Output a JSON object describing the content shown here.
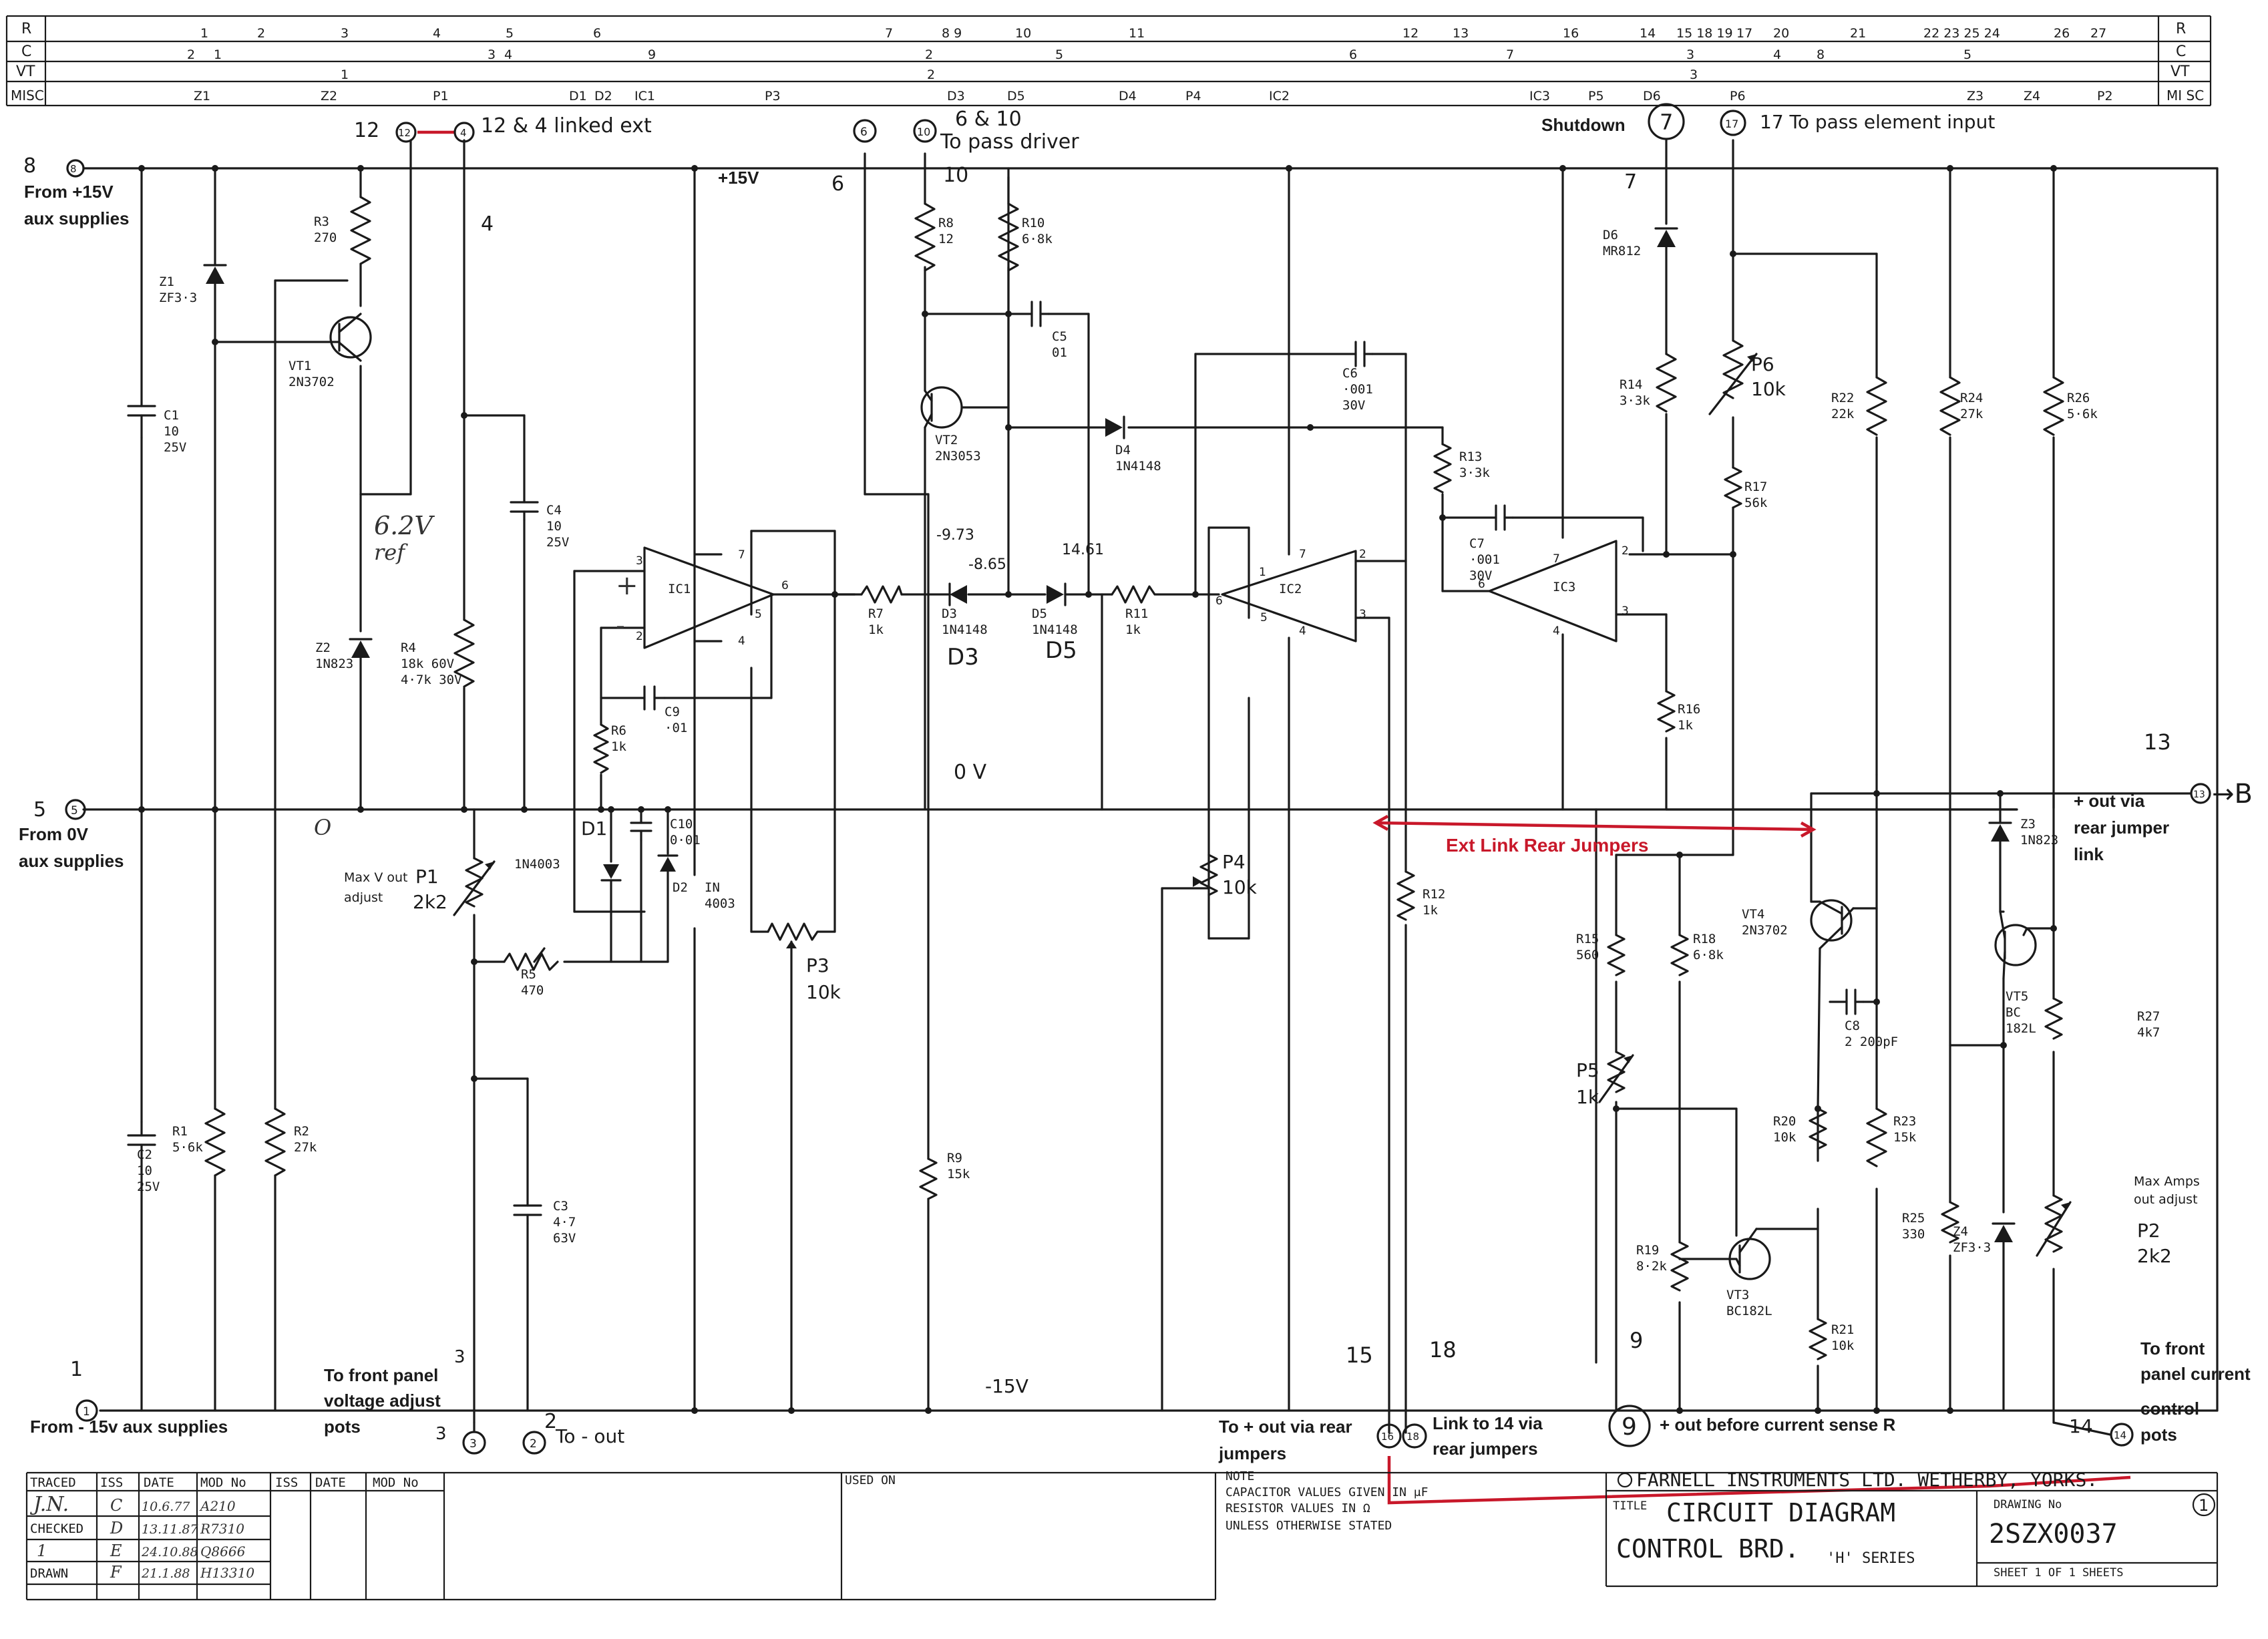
{
  "grid": {
    "row_labels": [
      "R",
      "C",
      "VT",
      "MISC"
    ],
    "right_labels": [
      "R",
      "C",
      "VT",
      "MI SC"
    ],
    "r_row": [
      "1",
      "2",
      "3",
      "4",
      "5",
      "6",
      "7",
      "8 9",
      "10",
      "11",
      "12",
      "13",
      "16",
      "14",
      "15 18 19",
      "17",
      "20",
      "21",
      "22 23 25 24",
      "26",
      "27"
    ],
    "c_row": [
      "2",
      "1",
      "3",
      "4",
      "9",
      "5",
      "6",
      "7",
      "8",
      "3",
      "4",
      "5",
      "2"
    ],
    "vt_row": [
      "1",
      "2",
      "3"
    ],
    "misc_row": [
      "Z1",
      "Z2",
      "P1",
      "D1",
      "D2",
      "IC1",
      "P3",
      "D3",
      "D5",
      "D4",
      "P4",
      "IC2",
      "IC3",
      "P5",
      "D6",
      "P6",
      "Z3",
      "Z4",
      "P2"
    ]
  },
  "terminals": {
    "t8": "8",
    "t12": "12",
    "t4": "4",
    "t6": "6",
    "t10": "10",
    "t7": "7",
    "t17": "17",
    "t5": "5",
    "t1": "1",
    "t3": "3",
    "t2": "2",
    "t16": "16",
    "t18": "18",
    "t9": "9",
    "t14": "14",
    "t13": "13"
  },
  "labels": {
    "from15v": "From +15V",
    "aux1": "aux supplies",
    "from0v": "From 0V",
    "aux2": "aux supplies",
    "fromm15v": "From - 15v aux supplies",
    "n8": "8",
    "n4": "4",
    "n5": "5",
    "n6": "6",
    "n10": "10",
    "n7": "7",
    "n1": "1",
    "n3": "3",
    "n3b": "3",
    "n2": "2",
    "n15": "15",
    "n18": "18",
    "n9": "9",
    "n14": "14",
    "n13": "13",
    "n12": "12",
    "linked": "12 & 4 linked ext",
    "pass_driver_a": "6 & 10",
    "pass_driver_b": "To pass driver",
    "shutdown": "Shutdown",
    "pass_elem": "17  To pass element input",
    "p15v": "+15V",
    "ov": "0 V",
    "m15v": "-15V",
    "out_via_a": "+ out via",
    "out_via_b": "rear jumper",
    "out_via_c": "link",
    "arrow_b": "→B",
    "front_v_a": "To front panel",
    "front_v_b": "voltage adjust",
    "front_v_c": "pots",
    "to_out": "To - out",
    "to_plus_out_a": "To + out via rear",
    "to_plus_out_b": "jumpers",
    "link14_a": "Link to 14 via",
    "link14_b": "rear jumpers",
    "out_before": "+ out before current sense R",
    "front_c_a": "To front",
    "front_c_b": "panel current",
    "front_c_c": "control",
    "front_c_d": "pots",
    "max_v_a": "Max V out",
    "max_v_b": "adjust",
    "max_a_a": "Max Amps",
    "max_a_b": "out adjust",
    "ext_link": "Ext Link Rear Jumpers",
    "v973": "-9.73",
    "v865": "-8.65",
    "v1461": "14.61",
    "d3_big": "D3",
    "d5_big": "D5",
    "p3_big": "P3",
    "p3_val": "10k",
    "p4_big": "P4",
    "p4_val": "10k",
    "p1_big": "P1",
    "p1_val": "2k2",
    "p2_big": "P2",
    "p2_val": "2k2",
    "p5_big": "P5",
    "p5_val": "1k",
    "p6_big": "P6",
    "p6_val": "10k",
    "d1_big": "D1",
    "hand_62v": "6.2V",
    "hand_ref": "ref",
    "hand_o": "O",
    "plus_sign": "+",
    "minus_sign": "-"
  },
  "components": {
    "r3": [
      "R3",
      "270"
    ],
    "z1": [
      "Z1",
      "ZF3·3"
    ],
    "vt1": [
      "VT1",
      "2N3702"
    ],
    "c1": [
      "C1",
      "10",
      "25V"
    ],
    "c4": [
      "C4",
      "10",
      "25V"
    ],
    "z2": [
      "Z2",
      "1N823"
    ],
    "r4": [
      "R4",
      "18k 60V",
      "4·7k 30V"
    ],
    "r6": [
      "R6",
      "1k"
    ],
    "c9": [
      "C9",
      "·01"
    ],
    "c10": [
      "C10",
      "0·01"
    ],
    "d2": [
      "D2"
    ],
    "n4003a": [
      "1N4003"
    ],
    "n4003b": [
      "IN",
      "4003"
    ],
    "r5": [
      "R5",
      "470"
    ],
    "c3": [
      "C3",
      "4·7",
      "63V"
    ],
    "c2": [
      "C2",
      "10",
      "25V"
    ],
    "r1": [
      "R1",
      "5·6k"
    ],
    "r2": [
      "R2",
      "27k"
    ],
    "r8": [
      "R8",
      "12"
    ],
    "r10": [
      "R10",
      "6·8k"
    ],
    "c5": [
      "C5",
      "01"
    ],
    "vt2": [
      "VT2",
      "2N3053"
    ],
    "d4": [
      "D4",
      "1N4148"
    ],
    "r7": [
      "R7",
      "1k"
    ],
    "d3": [
      "D3",
      "1N4148"
    ],
    "d5": [
      "D5",
      "1N4148"
    ],
    "r11": [
      "R11",
      "1k"
    ],
    "r9": [
      "R9",
      "15k"
    ],
    "c6": [
      "C6",
      "·001",
      "30V"
    ],
    "r13": [
      "R13",
      "3·3k"
    ],
    "c7": [
      "C7",
      "·001",
      "30V"
    ],
    "r12": [
      "R12",
      "1k"
    ],
    "d6": [
      "D6",
      "MR812"
    ],
    "r14": [
      "R14",
      "3·3k"
    ],
    "r17": [
      "R17",
      "56k"
    ],
    "r16": [
      "R16",
      "1k"
    ],
    "r22": [
      "R22",
      "22k"
    ],
    "r24": [
      "R24",
      "27k"
    ],
    "r26": [
      "R26",
      "5·6k"
    ],
    "r15": [
      "R15",
      "560"
    ],
    "r18": [
      "R18",
      "6·8k"
    ],
    "vt4": [
      "VT4",
      "2N3702"
    ],
    "c8": [
      "C8",
      "2 200pF"
    ],
    "z3": [
      "Z3",
      "1N823"
    ],
    "vt5": [
      "VT5",
      "BC",
      "182L"
    ],
    "r27": [
      "R27",
      "4k7"
    ],
    "r20": [
      "R20",
      "10k"
    ],
    "r23": [
      "R23",
      "15k"
    ],
    "r25": [
      "R25",
      "330"
    ],
    "z4": [
      "Z4",
      "ZF3·3"
    ],
    "r19": [
      "R19",
      "8·2k"
    ],
    "vt3": [
      "VT3",
      "BC182L"
    ],
    "r21": [
      "R21",
      "10k"
    ],
    "ic1": [
      "IC1"
    ],
    "ic2": [
      "IC2"
    ],
    "ic3": [
      "IC3"
    ],
    "ic1_pins": [
      "3",
      "2",
      "7",
      "4",
      "6",
      "5"
    ],
    "ic2_pins": [
      "6",
      "5",
      "1",
      "7",
      "4",
      "2",
      "3"
    ],
    "ic3_pins": [
      "6",
      "7",
      "4",
      "2",
      "3"
    ]
  },
  "title_block": {
    "headers": [
      "TRACED",
      "ISS",
      "DATE",
      "MOD No",
      "ISS",
      "DATE",
      "MOD No"
    ],
    "rows": [
      [
        "J.N.",
        "C",
        "10.6.77",
        "A210"
      ],
      [
        "CHECKED",
        "D",
        "13.11.87",
        "R7310"
      ],
      [
        "1",
        "E",
        "24.10.88",
        "Q8666"
      ],
      [
        "DRAWN",
        "F",
        "21.1.88",
        "H13310"
      ]
    ],
    "used_on": "USED ON",
    "note_head": "NOTE",
    "note_l1": "CAPACITOR VALUES GIVEN IN μF",
    "note_l2": "RESISTOR VALUES IN Ω",
    "note_l3": "UNLESS OTHERWISE STATED",
    "company": "FARNELL INSTRUMENTS LTD. WETHERBY, YORKS.",
    "title_label": "TITLE",
    "title1": "CIRCUIT   DIAGRAM",
    "title2": "CONTROL  BRD.",
    "series": "'H' SERIES",
    "drawing_label": "DRAWING No",
    "drawing_no": "2SZX0037",
    "sheet": "SHEET   1    OF    1    SHEETS",
    "circle_no": "1"
  }
}
